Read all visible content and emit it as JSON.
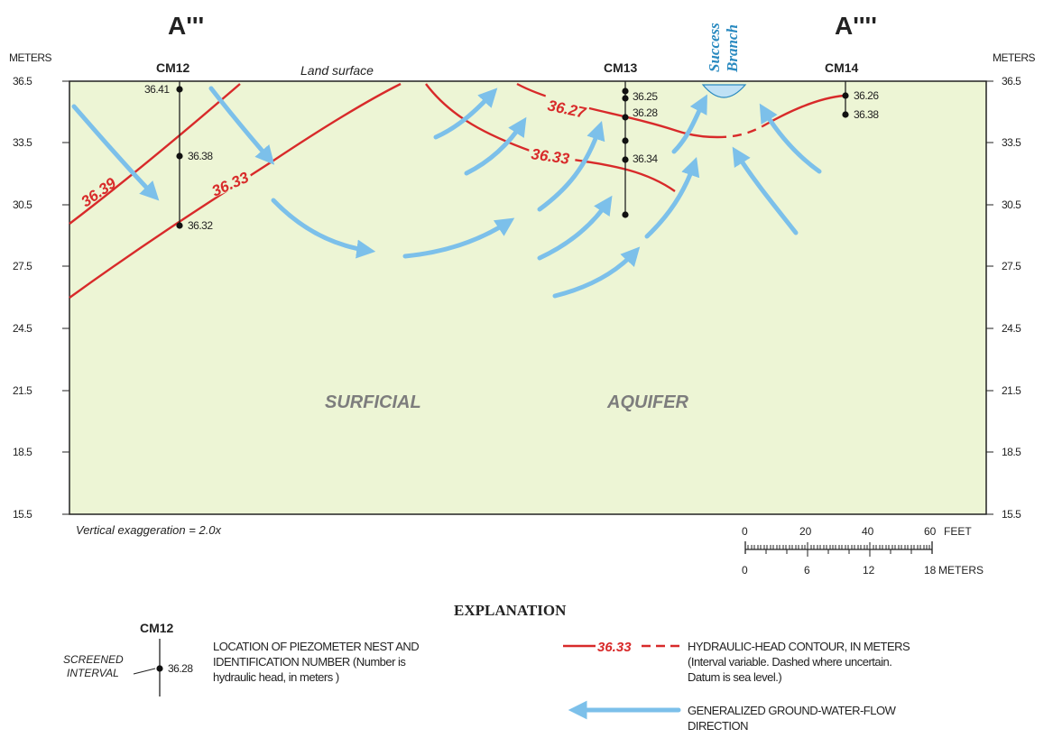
{
  "section": {
    "left_label": "A'''",
    "right_label": "A''''",
    "left_units": "METERS",
    "right_units": "METERS",
    "elevation_ticks": [
      "36.5",
      "33.5",
      "30.5",
      "27.5",
      "24.5",
      "21.5",
      "18.5",
      "15.5"
    ]
  },
  "land_surface": "Land surface",
  "stream_name": [
    "Success",
    "Branch"
  ],
  "aquifer_words": [
    "SURFICIAL",
    "AQUIFER"
  ],
  "vertical_exaggeration": "Vertical exaggeration = 2.0x",
  "wells": [
    {
      "id": "CM12",
      "heads": [
        "36.41",
        "36.38",
        "36.32"
      ]
    },
    {
      "id": "CM13",
      "heads": [
        "36.25",
        "36.28",
        "36.34"
      ]
    },
    {
      "id": "CM14",
      "heads": [
        "36.26",
        "36.38"
      ]
    }
  ],
  "contours": [
    {
      "label": "36.39",
      "color": "#d82a2a"
    },
    {
      "label": "36.33",
      "color": "#d82a2a"
    },
    {
      "label": "36.27",
      "color": "#d82a2a"
    },
    {
      "label": "36.33",
      "color": "#d82a2a"
    }
  ],
  "flow_arrow_color": "#7cc0ea",
  "aquifer_fill": "#edf5d5",
  "scale_bar": {
    "feet_ticks": [
      "0",
      "20",
      "40",
      "60"
    ],
    "feet_unit": "FEET",
    "meter_ticks": [
      "0",
      "6",
      "12",
      "18"
    ],
    "meter_unit": "METERS"
  },
  "explanation": {
    "title": "EXPLANATION",
    "sample_well": "CM12",
    "sample_value": "36.28",
    "screened_interval": [
      "SCREENED",
      "INTERVAL"
    ],
    "piezometer_text": [
      "LOCATION OF PIEZOMETER NEST AND",
      "IDENTIFICATION NUMBER (Number is",
      "hydraulic head, in meters )"
    ],
    "contour_sample": "36.33",
    "contour_text": [
      "HYDRAULIC-HEAD CONTOUR, IN METERS",
      "(Interval variable. Dashed where uncertain.",
      "Datum is sea level.)"
    ],
    "flow_text": [
      "GENERALIZED GROUND-WATER-FLOW",
      "DIRECTION"
    ]
  }
}
